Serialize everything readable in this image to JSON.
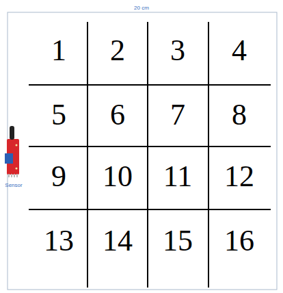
{
  "diagram": {
    "labels": [
      "20 cm",
      "1",
      "2",
      "3",
      "4",
      "5",
      "6",
      "7",
      "8",
      "9",
      "10",
      "11",
      "12",
      "13",
      "14",
      "15",
      "16",
      "Sensor"
    ]
  }
}
